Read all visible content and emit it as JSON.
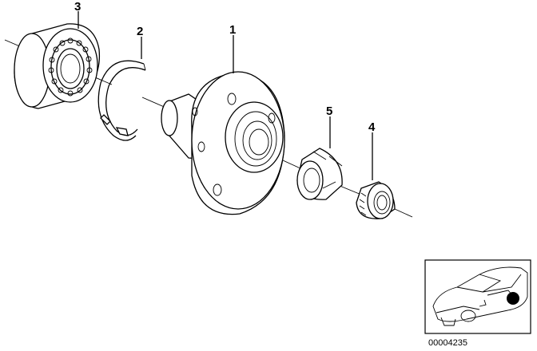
{
  "callouts": {
    "hub": "1",
    "circlip": "2",
    "bearing": "3",
    "nut": "4",
    "collar": "5"
  },
  "reference_number": "00004235"
}
